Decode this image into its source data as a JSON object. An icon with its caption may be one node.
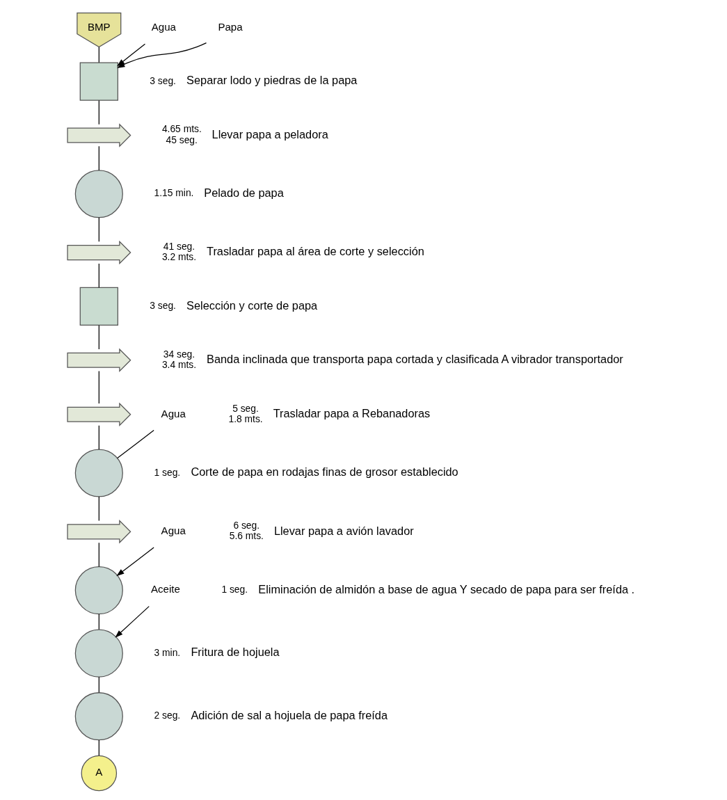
{
  "diagram": {
    "nodes": [
      {
        "text": [
          "BMP"
        ]
      },
      {
        "text": [
          "Agua"
        ]
      },
      {
        "text": [
          "Papa"
        ]
      },
      {
        "text": [],
        "shape": "box",
        "beside": [
          "3 seg.",
          "Separar lodo y piedras de la papa"
        ]
      },
      {
        "text": [],
        "shape": "arrow",
        "beside": [
          "4.65 mts.",
          "45 seg.",
          "Llevar papa a peladora"
        ]
      },
      {
        "text": [],
        "shape": "circle",
        "beside": [
          "1.15 min.",
          "Pelado de papa"
        ]
      },
      {
        "text": [],
        "shape": "arrow",
        "beside": [
          "41 seg.",
          "3.2 mts.",
          "Trasladar papa al área de corte y selección"
        ]
      },
      {
        "text": [],
        "shape": "box",
        "beside": [
          "3 seg.",
          "Selección y corte de papa"
        ]
      },
      {
        "text": [],
        "shape": "arrow",
        "beside": [
          "34 seg.",
          "3.4 mts.",
          "Banda inclinada que transporta papa cortada y clasificada A vibrador transportador"
        ]
      },
      {
        "text": [],
        "shape": "arrow",
        "beside": [
          "5 seg.",
          "1.8 mts.",
          "Trasladar papa a Rebanadoras"
        ]
      },
      {
        "text": [
          "Agua"
        ]
      },
      {
        "text": [],
        "shape": "circle",
        "beside": [
          "1 seg.",
          "Corte de papa en rodajas finas de grosor establecido"
        ]
      },
      {
        "text": [],
        "shape": "arrow",
        "beside": [
          "6 seg.",
          "5.6 mts.",
          "Llevar papa a avión lavador"
        ]
      },
      {
        "text": [
          "Agua"
        ]
      },
      {
        "text": [],
        "shape": "circle",
        "beside": [
          "1 seg.",
          "Eliminación de almidón a base de agua Y secado de papa para ser freída ."
        ]
      },
      {
        "text": [
          "Aceite"
        ]
      },
      {
        "text": [],
        "shape": "circle",
        "beside": [
          "3 min.",
          "Fritura de hojuela"
        ]
      },
      {
        "text": [],
        "shape": "circle",
        "beside": [
          "2 seg.",
          "Adición de sal a hojuela de papa freída"
        ]
      },
      {
        "text": [
          "A"
        ]
      }
    ],
    "edges": [
      {
        "from": 0,
        "to": 3,
        "arrow": "none"
      },
      {
        "from": 1,
        "to": 3,
        "arrow": "to"
      },
      {
        "from": 2,
        "to": 3,
        "arrow": "to"
      },
      {
        "from": 3,
        "to": 4,
        "arrow": "none"
      },
      {
        "from": 4,
        "to": 5,
        "arrow": "none"
      },
      {
        "from": 5,
        "to": 6,
        "arrow": "none"
      },
      {
        "from": 6,
        "to": 7,
        "arrow": "none"
      },
      {
        "from": 7,
        "to": 8,
        "arrow": "none"
      },
      {
        "from": 8,
        "to": 9,
        "arrow": "none"
      },
      {
        "from": 9,
        "to": 11,
        "arrow": "none"
      },
      {
        "from": 10,
        "to": 11,
        "arrow": "none"
      },
      {
        "from": 11,
        "to": 12,
        "arrow": "none"
      },
      {
        "from": 12,
        "to": 14,
        "arrow": "none"
      },
      {
        "from": 13,
        "to": 14,
        "arrow": "to"
      },
      {
        "from": 14,
        "to": 16,
        "arrow": "none"
      },
      {
        "from": 15,
        "to": 16,
        "arrow": "to"
      },
      {
        "from": 16,
        "to": 17,
        "arrow": "none"
      },
      {
        "from": 17,
        "to": 18,
        "arrow": "none"
      }
    ]
  }
}
